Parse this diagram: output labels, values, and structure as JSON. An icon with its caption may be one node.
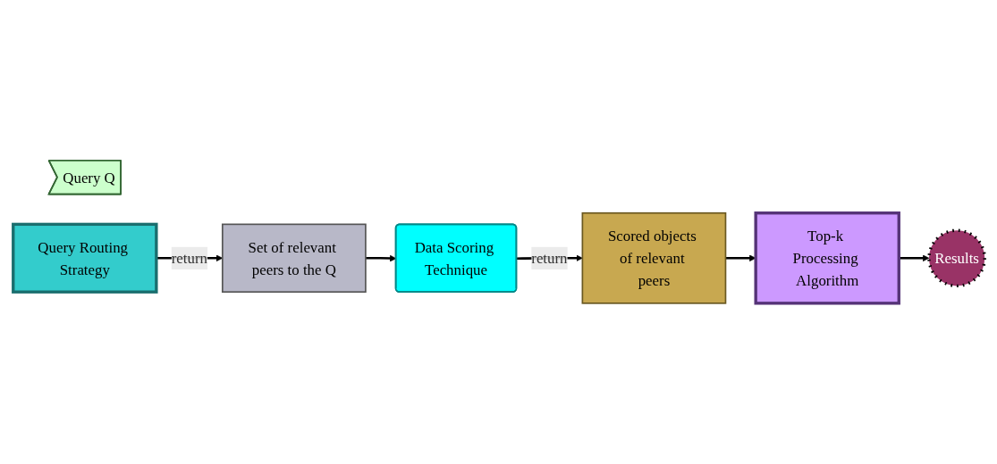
{
  "diagram": {
    "nodes": [
      {
        "text": [
          "Query Q"
        ]
      },
      {
        "text": [
          "Query Routing Strategy"
        ]
      },
      {
        "text": [
          "Set of relevant peers to the Q"
        ]
      },
      {
        "text": [
          "Data Scoring Technique"
        ]
      },
      {
        "text": [
          "Scored objects of relevant peers"
        ]
      },
      {
        "text": [
          "Top-k Processing Algorithm"
        ]
      },
      {
        "text": [
          "Results"
        ]
      }
    ],
    "edges": [
      {
        "from": 1,
        "to": 2,
        "arrow": "to",
        "label": "return"
      },
      {
        "from": 2,
        "to": 3,
        "arrow": "to"
      },
      {
        "from": 3,
        "to": 4,
        "arrow": "to",
        "label": "return"
      },
      {
        "from": 4,
        "to": 5,
        "arrow": "to"
      },
      {
        "from": 5,
        "to": 6,
        "arrow": "to"
      }
    ]
  }
}
